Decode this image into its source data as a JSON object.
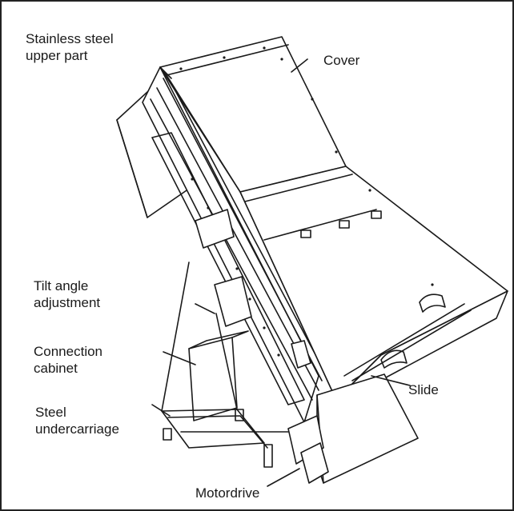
{
  "labels": {
    "stainless_upper": "Stainless steel\nupper part",
    "cover": "Cover",
    "tilt_angle": "Tilt angle\nadjustment",
    "connection_cabinet": "Connection\ncabinet",
    "steel_undercarriage": "Steel\nundercarriage",
    "slide": "Slide",
    "motordrive": "Motordrive"
  },
  "colors": {
    "line": "#1a1a1a",
    "text": "#1a1a1a",
    "frame": "#222222"
  }
}
